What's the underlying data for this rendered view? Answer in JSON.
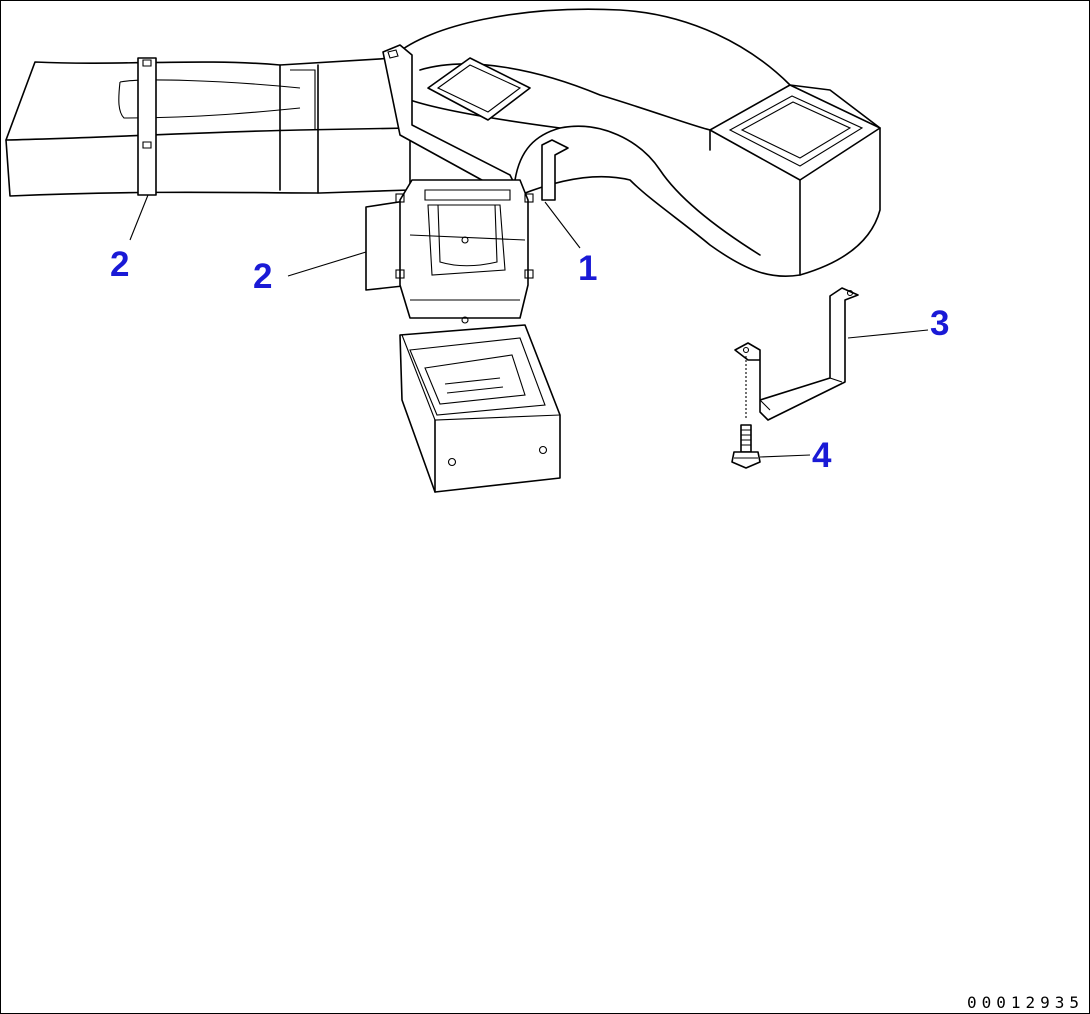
{
  "callouts": {
    "c1": "1",
    "c2a": "2",
    "c2b": "2",
    "c3": "3",
    "c4": "4"
  },
  "document_number": "00012935"
}
